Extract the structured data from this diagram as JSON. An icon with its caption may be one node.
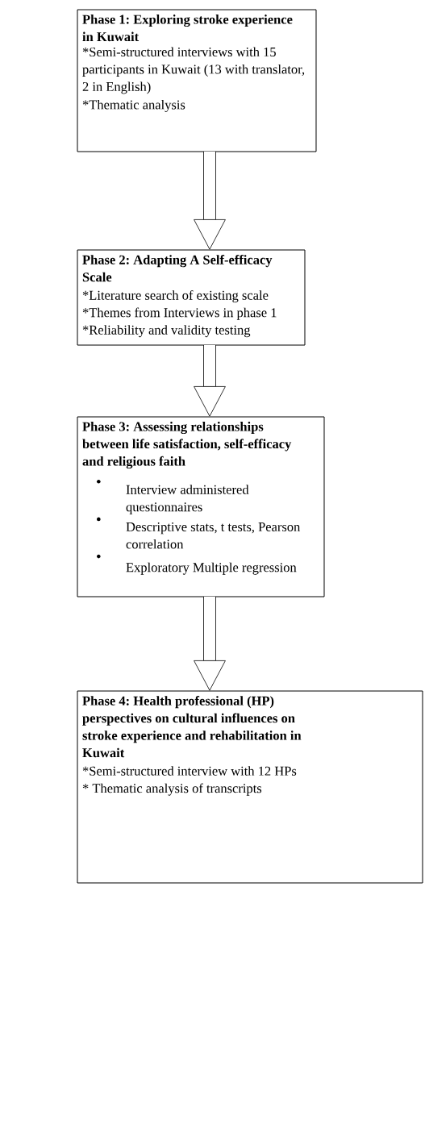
{
  "diagram": {
    "nodes": [
      {
        "text": [
          "Phase 1: Exploring stroke experience in Kuwait",
          "*Semi-structured interviews with 15 participants in Kuwait (13 with translator, 2 in English)",
          "*Thematic analysis"
        ]
      },
      {
        "text": [
          "Phase 2: Adapting A Self-efficacy Scale",
          "*Literature search of existing scale",
          "*Themes from Interviews in phase 1",
          "*Reliability and validity testing"
        ]
      },
      {
        "text": [
          "Phase 3: Assessing relationships between life satisfaction, self-efficacy and religious faith",
          "Interview administered questionnaires",
          "Descriptive stats, t tests, Pearson correlation",
          "Exploratory Multiple regression"
        ]
      },
      {
        "text": [
          "Phase 4: Health professional (HP) perspectives on cultural influences on stroke experience and rehabilitation in Kuwait",
          "*Semi-structured interview with 12 HPs",
          "* Thematic analysis of transcripts"
        ]
      }
    ],
    "edges": [
      {
        "from": 0,
        "to": 1,
        "arrow": "to"
      },
      {
        "from": 1,
        "to": 2,
        "arrow": "to"
      },
      {
        "from": 2,
        "to": 3,
        "arrow": "to"
      }
    ]
  }
}
